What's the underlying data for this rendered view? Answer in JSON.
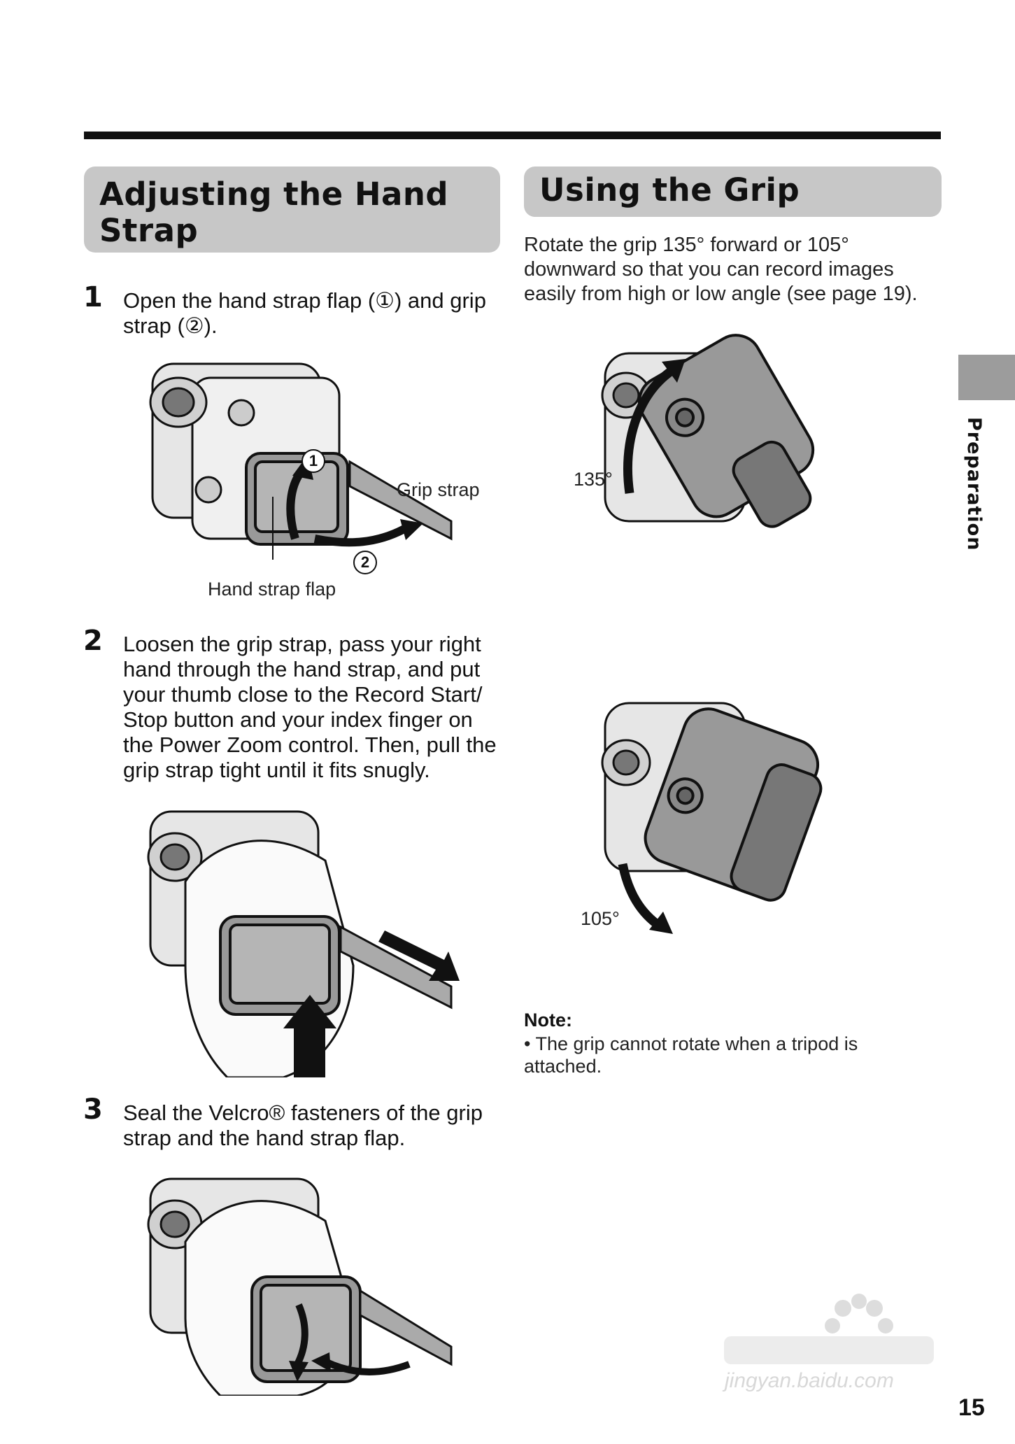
{
  "left_section": {
    "title": "Adjusting the Hand Strap",
    "steps": [
      {
        "number": "1",
        "text": "Open the hand strap flap (①) and grip strap (②)."
      },
      {
        "number": "2",
        "text": "Loosen the grip strap, pass your right hand through the hand strap, and put your thumb close to the Record Start/ Stop button and your index finger on the Power Zoom control. Then, pull the grip strap tight until it fits snugly."
      },
      {
        "number": "3",
        "text": "Seal the Velcro® fasteners of the grip strap and the hand strap flap."
      }
    ],
    "figure1_labels": {
      "callout_1": "1",
      "callout_2": "2",
      "grip_strap": "Grip strap",
      "hand_strap_flap": "Hand strap flap"
    }
  },
  "right_section": {
    "title": "Using the Grip",
    "intro": "Rotate the grip 135° forward or 105° downward so that you can record images easily from high or low angle (see page 19).",
    "figure_labels": {
      "angle_forward": "135°",
      "angle_downward": "105°"
    },
    "note": {
      "title": "Note:",
      "items": [
        "• The grip cannot rotate when a tripod is attached."
      ]
    }
  },
  "side_tab": {
    "label": "Preparation"
  },
  "page_number": "15",
  "watermark": {
    "text": "jingyan.baidu.com"
  }
}
